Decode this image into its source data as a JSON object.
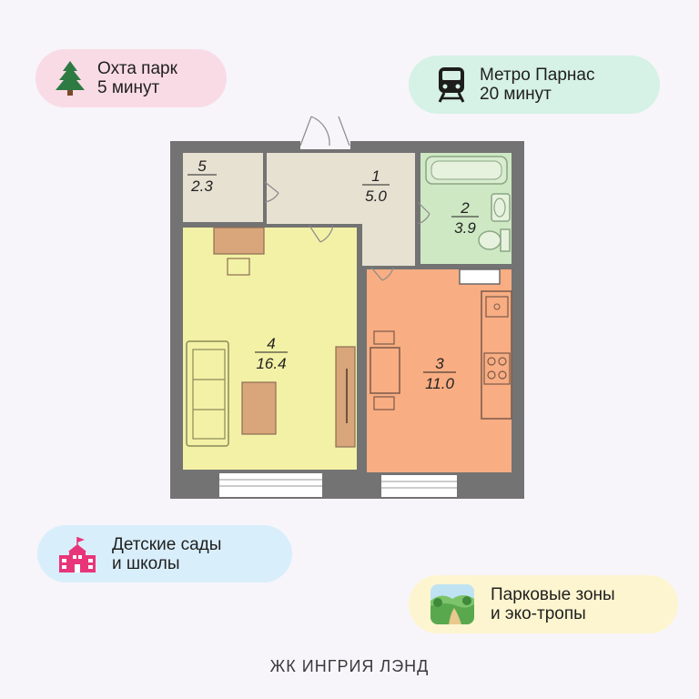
{
  "badges": {
    "okhta": {
      "line1": "Охта парк",
      "line2": "5 минут",
      "icon": "pine-tree-icon",
      "color": "#f9dbe6"
    },
    "metro": {
      "line1": "Метро Парнас",
      "line2": "20 минут",
      "icon": "metro-train-icon",
      "color": "#d6f1e5"
    },
    "schools": {
      "line1": "Детские сады",
      "line2": "и школы",
      "icon": "school-building-icon",
      "color": "#d9eefb"
    },
    "parks": {
      "line1": "Парковые зоны",
      "line2": "и эко-тропы",
      "icon": "park-path-icon",
      "color": "#fdf5cf"
    }
  },
  "rooms": [
    {
      "number": "1",
      "area": "5.0",
      "name": "hallway",
      "color": "#e7e1d2"
    },
    {
      "number": "2",
      "area": "3.9",
      "name": "bathroom",
      "color": "#cfe8c4"
    },
    {
      "number": "3",
      "area": "11.0",
      "name": "kitchen",
      "color": "#f8ad82"
    },
    {
      "number": "4",
      "area": "16.4",
      "name": "living-room",
      "color": "#f3f1a5"
    },
    {
      "number": "5",
      "area": "2.3",
      "name": "storage",
      "color": "#e7e1d2"
    }
  ],
  "footer": {
    "title": "ЖК ИНГРИЯ ЛЭНД"
  }
}
